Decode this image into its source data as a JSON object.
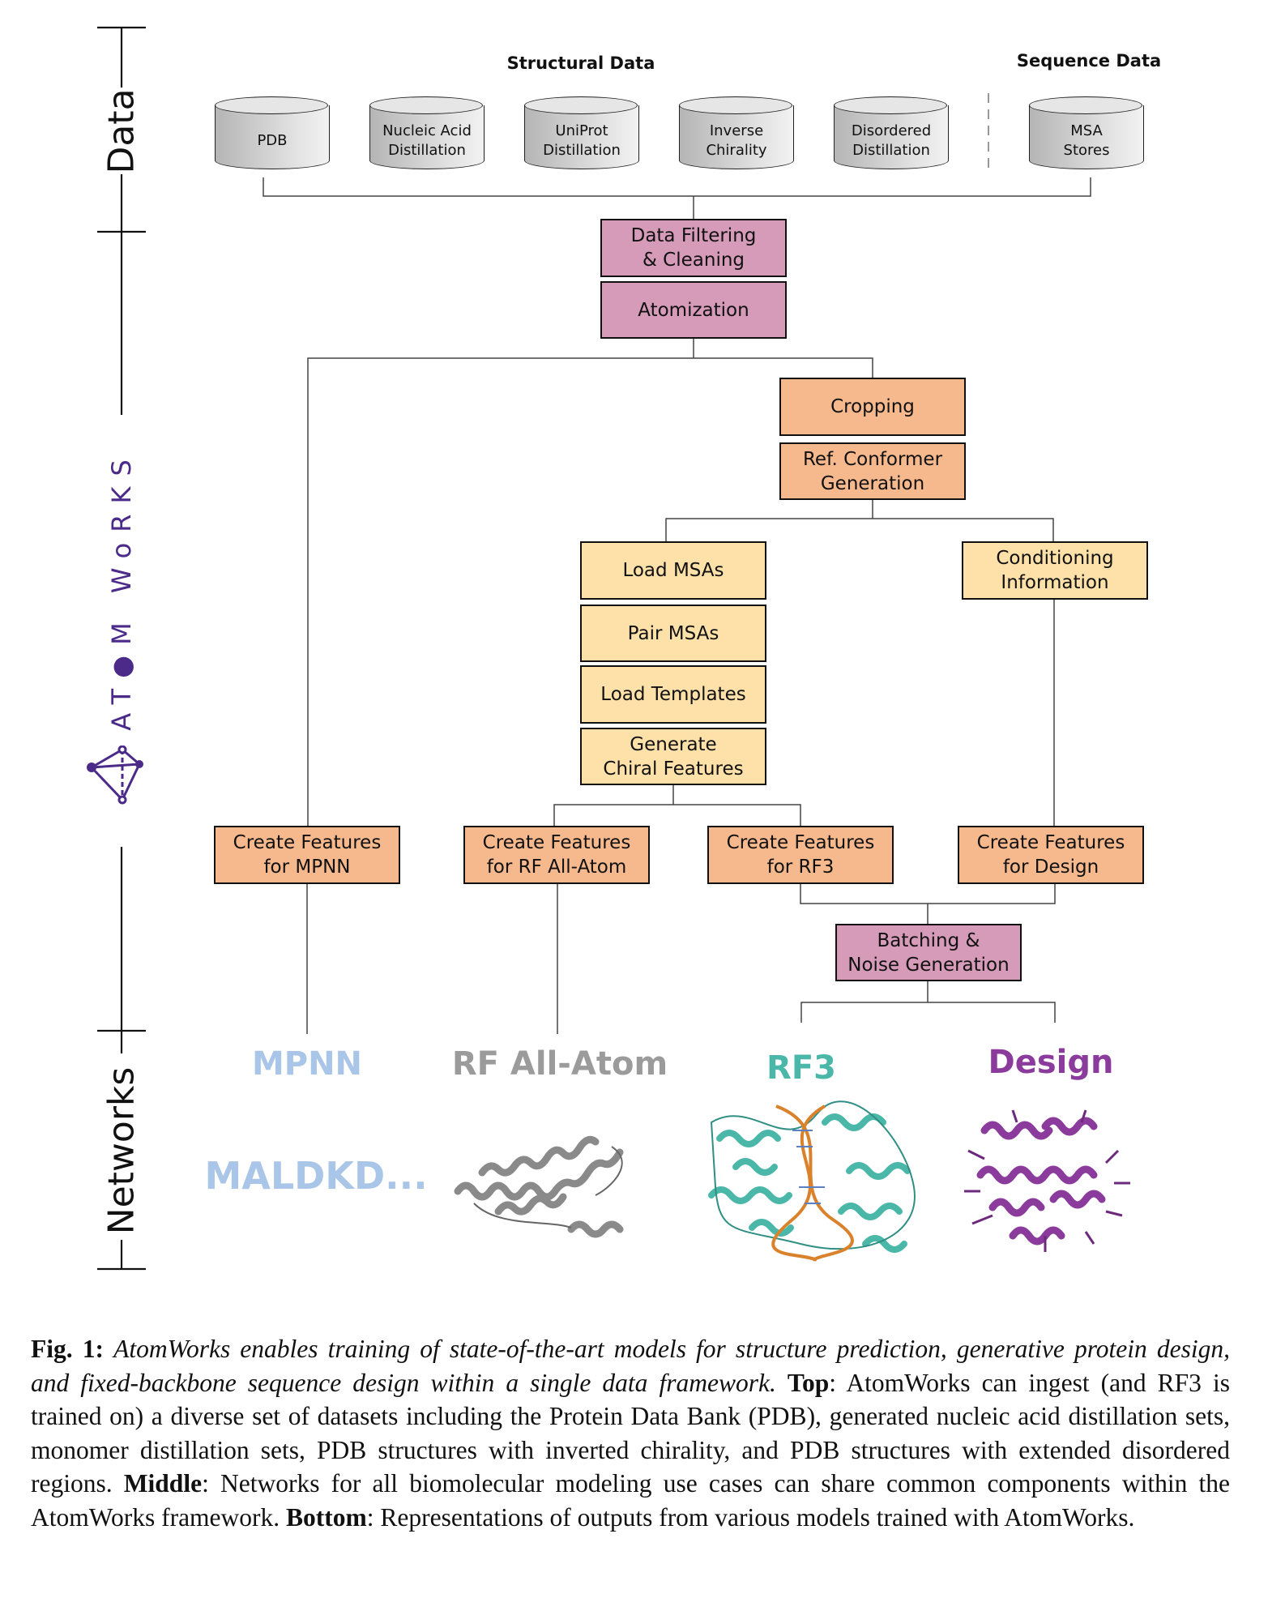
{
  "axis": {
    "data_label": "Data",
    "atomworks_label": "AT●M WoRKS",
    "networks_label": "Networks",
    "brand_color": "#4b2a8a"
  },
  "headers": {
    "structural": "Structural Data",
    "sequence": "Sequence Data"
  },
  "datasets": [
    {
      "label": "PDB"
    },
    {
      "label": "Nucleic Acid\nDistillation"
    },
    {
      "label": "UniProt\nDistillation"
    },
    {
      "label": "Inverse\nChirality"
    },
    {
      "label": "Disordered\nDistillation"
    },
    {
      "label": "MSA\nStores"
    }
  ],
  "steps": {
    "filtering": "Data Filtering\n& Cleaning",
    "atomization": "Atomization",
    "cropping": "Cropping",
    "ref_conformer": "Ref. Conformer\nGeneration",
    "load_msas": "Load MSAs",
    "pair_msas": "Pair MSAs",
    "load_templates": "Load Templates",
    "chiral": "Generate\nChiral Features",
    "conditioning": "Conditioning\nInformation",
    "feat_mpnn": "Create Features\nfor MPNN",
    "feat_rfaa": "Create Features\nfor RF All-Atom",
    "feat_rf3": "Create Features\nfor RF3",
    "feat_design": "Create Features\nfor Design",
    "batching": "Batching &\nNoise Generation"
  },
  "colors": {
    "pink": "#d59bb8",
    "orange": "#f6b98d",
    "yellow": "#fde1a9"
  },
  "networks": [
    {
      "label": "MPNN",
      "color": "#a9c5e8"
    },
    {
      "label": "RF All-Atom",
      "color": "#9b9b9b"
    },
    {
      "label": "RF3",
      "color": "#4ab7a8"
    },
    {
      "label": "Design",
      "color": "#8b3b9c"
    }
  ],
  "mpnn_sequence": "MALDKD...",
  "caption": {
    "fig_label": "Fig. 1:",
    "italic_text": "AtomWorks enables training of state-of-the-art models for structure prediction, generative protein design, and fixed-backbone sequence design within a single data framework.",
    "top_label": "Top",
    "top_text": ": AtomWorks can ingest (and RF3 is trained on) a diverse set of datasets including the Protein Data Bank (PDB), generated nucleic acid distillation sets, monomer distillation sets, PDB structures with inverted chirality, and PDB structures with extended disordered regions.",
    "middle_label": "Middle",
    "middle_text": ": Networks for all biomolecular modeling use cases can share common components within the AtomWorks framework.",
    "bottom_label": "Bottom",
    "bottom_text": ": Representations of outputs from various models trained with AtomWorks."
  }
}
